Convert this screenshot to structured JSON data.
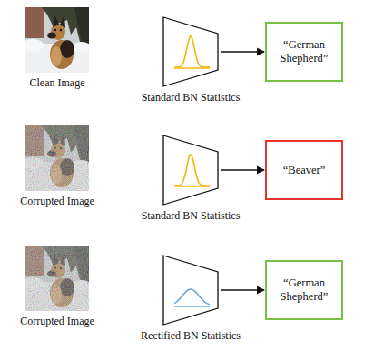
{
  "diagram": {
    "nodes": [
      {
        "text": [
          "Standard BN Statistics"
        ]
      },
      {
        "text": [
          "“German Shepherd”"
        ]
      },
      {
        "text": [
          "Standard BN Statistics"
        ]
      },
      {
        "text": [
          "“Beaver”"
        ]
      },
      {
        "text": [
          "Rectified BN Statistics"
        ]
      },
      {
        "text": [
          "“German Shepherd”"
        ]
      }
    ],
    "edges": [
      {
        "from": 0,
        "to": 1,
        "arrow": "to"
      },
      {
        "from": 2,
        "to": 3,
        "arrow": "to"
      },
      {
        "from": 4,
        "to": 5,
        "arrow": "to"
      }
    ],
    "labels": [
      "Clean Image",
      "Corrupted Image",
      "Corrupted Image"
    ]
  }
}
